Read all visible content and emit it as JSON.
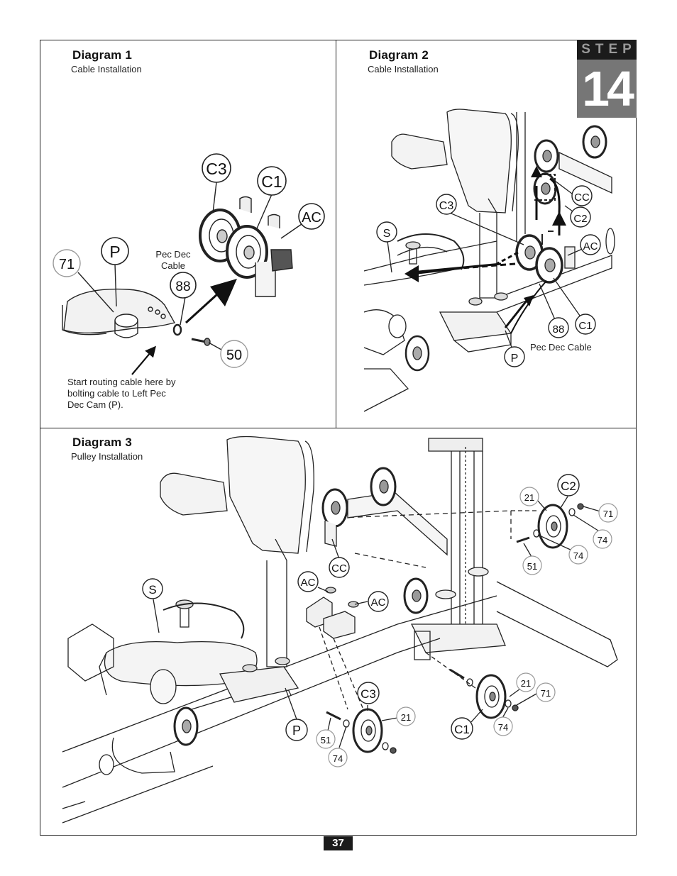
{
  "step": {
    "word": "STEP",
    "number": "14"
  },
  "diagram1": {
    "title": "Diagram 1",
    "subtitle": "Cable Installation",
    "labels": {
      "c3": "C3",
      "c1": "C1",
      "ac": "AC",
      "p": "P",
      "n71": "71",
      "n88": "88",
      "n50": "50"
    },
    "cable_label": "Pec Dec Cable",
    "start_note": "Start routing cable here by bolting cable to Left Pec Dec Cam (P)."
  },
  "diagram2": {
    "title": "Diagram 2",
    "subtitle": "Cable Installation",
    "labels": {
      "c3": "C3",
      "s": "S",
      "cc": "CC",
      "c2": "C2",
      "ac": "AC",
      "c1": "C1",
      "n88": "88",
      "p": "P"
    },
    "cable_label": "Pec Dec Cable"
  },
  "diagram3": {
    "title": "Diagram 3",
    "subtitle": "Pulley Installation",
    "labels": {
      "c2": "C2",
      "n21a": "21",
      "n71a": "71",
      "n74a": "74",
      "n74b": "74",
      "n51a": "51",
      "cc": "CC",
      "s": "S",
      "ac1": "AC",
      "ac2": "AC",
      "p": "P",
      "c3": "C3",
      "n21b": "21",
      "n51b": "51",
      "n74c": "74",
      "c1": "C1",
      "n21c": "21",
      "n71b": "71",
      "n74d": "74"
    }
  },
  "page_number": "37"
}
